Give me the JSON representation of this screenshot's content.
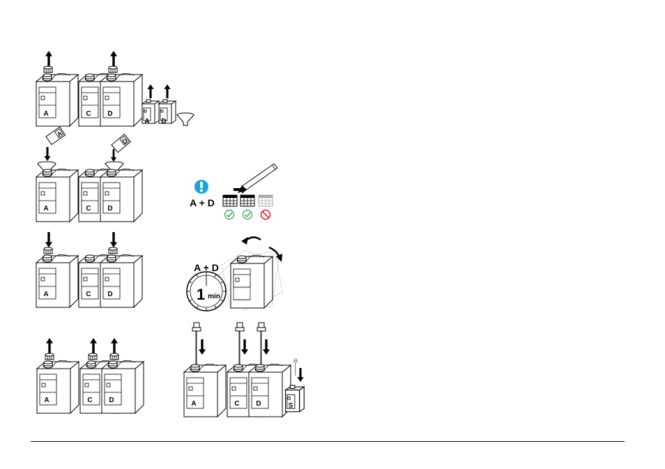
{
  "labels": {
    "canister_a": "A",
    "canister_c": "C",
    "canister_d": "D",
    "bottle_a": "A",
    "bottle_d": "D",
    "bottle_s": "S",
    "mix_a_plus_d": "A + D",
    "timer_value": "1",
    "timer_unit": "min"
  },
  "colors": {
    "info": "#1aa3dc",
    "ok": "#2aa14a",
    "no": "#d9262c",
    "ink": "#000000"
  },
  "icons": [
    "arrow-up-icon",
    "arrow-down-icon",
    "funnel-icon",
    "cap-icon",
    "info-icon",
    "pencil-icon",
    "calendar-icon",
    "check-icon",
    "prohibited-icon",
    "timer-icon",
    "rotate-arrow-icon",
    "syringe-icon"
  ]
}
